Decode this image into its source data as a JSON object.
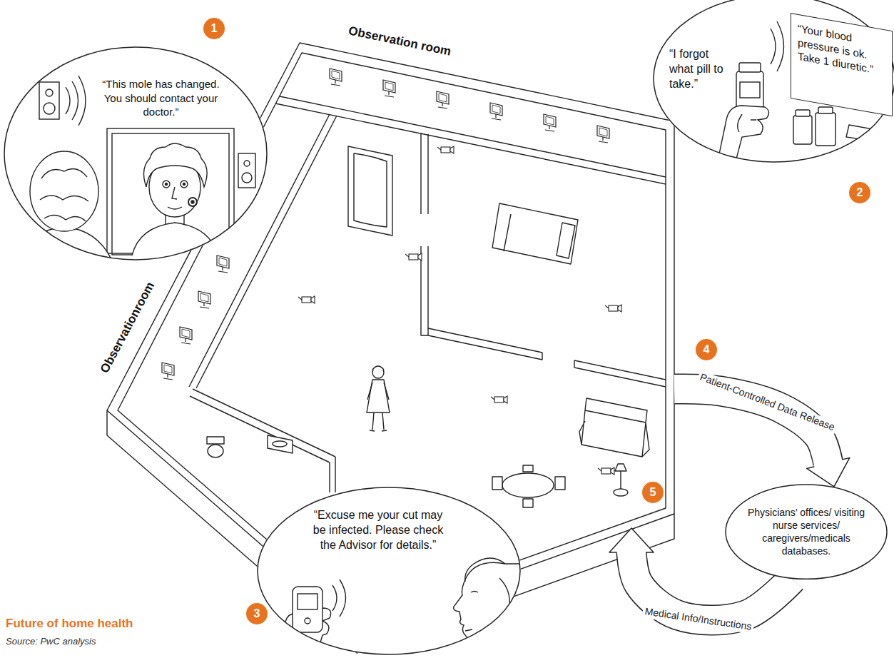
{
  "diagram": {
    "title": "Future of home health",
    "caption": "Source: PwC analysis",
    "nodes": [
      {
        "text": [
          "“This mole has changed. You should contact your doctor.”"
        ]
      },
      {
        "text": [
          "Observation room",
          "Observationroom"
        ]
      },
      {
        "text": [
          "“I forgot what pill to take.”"
        ]
      },
      {
        "text": [
          "“Your blood pressure is ok. Take 1 diuretic.”"
        ],
        "in": 2
      },
      {
        "text": [
          "“Excuse me your cut may be infected. Please check the Advisor for details.”"
        ]
      },
      {
        "text": [
          "Physicians’ offices/ visiting nurse services/ caregivers/medicals databases."
        ]
      }
    ],
    "edges": [
      {
        "from": 1,
        "to": 5,
        "label": "Patient-Controlled Data Release",
        "arrow": "to"
      },
      {
        "from": 5,
        "to": 1,
        "label": "Medical Info/Instructions",
        "arrow": "to"
      }
    ],
    "labels": [
      "1",
      "2",
      "3",
      "4",
      "5"
    ]
  }
}
